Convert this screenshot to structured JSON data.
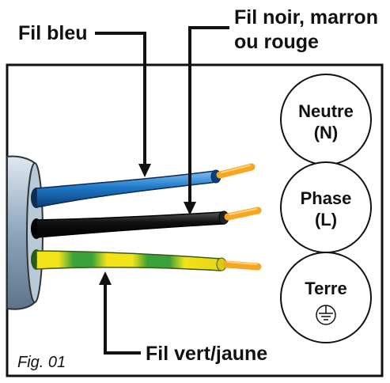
{
  "labels": {
    "blue_wire": "Fil bleu",
    "phase_wire_line1": "Fil noir, marron",
    "phase_wire_line2": "ou rouge",
    "earth_wire": "Fil vert/jaune"
  },
  "terminals": [
    {
      "line1": "Neutre",
      "line2": "(N)"
    },
    {
      "line1": "Phase",
      "line2": "(L)"
    },
    {
      "line1": "Terre",
      "icon": "earth-ground-icon"
    }
  ],
  "caption": "Fig. 01",
  "colors": {
    "blue_wire": "#1f78c8",
    "black_wire": "#111111",
    "green_wire": "#3aa23a",
    "yellow_wire": "#f2e21a",
    "copper": "#f5a623",
    "plug_body": "#9fb3c8",
    "frame": "#111111"
  }
}
